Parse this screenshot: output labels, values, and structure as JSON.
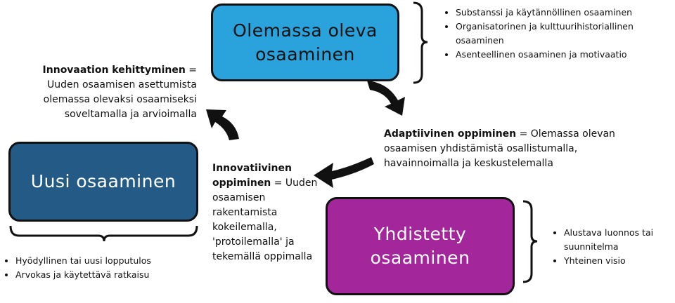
{
  "boxes": {
    "existing": {
      "line1": "Olemassa oleva",
      "line2": "osaaminen",
      "color": "#2aa3dc"
    },
    "new": {
      "line1": "Uusi osaaminen",
      "color": "#235b86"
    },
    "combined": {
      "line1": "Yhdistetty",
      "line2": "osaaminen",
      "color": "#a3279a"
    }
  },
  "existing_list": [
    "Substanssi ja käytännöllinen osaaminen",
    "Organisatorinen ja kulttuurihistoriallinen osaaminen",
    "Asenteellinen osaaminen ja motivaatio"
  ],
  "combined_list": [
    "Alustava luonnos tai suunnitelma",
    "Yhteinen visio"
  ],
  "new_list": [
    "Hyödyllinen tai uusi lopputulos",
    "Arvokas ja käytettävä ratkaisu"
  ],
  "innovation_dev": {
    "term": "Innovaation kehittyminen",
    "definition": "Uuden osaamisen asettumista olemassa olevaksi osaamiseksi soveltamalla ja arvioimalla"
  },
  "adaptive": {
    "term": "Adaptiivinen oppiminen",
    "definition": "Olemassa olevan osaamisen yhdistämistä osallistumalla, havainnoimalla ja keskustelemalla"
  },
  "innovative": {
    "term_line1": "Innovatiivinen",
    "term_line2": "oppiminen",
    "definition": "Uuden osaamisen rakentamista kokeilemalla, 'protoilemalla' ja tekemällä oppimalla"
  }
}
